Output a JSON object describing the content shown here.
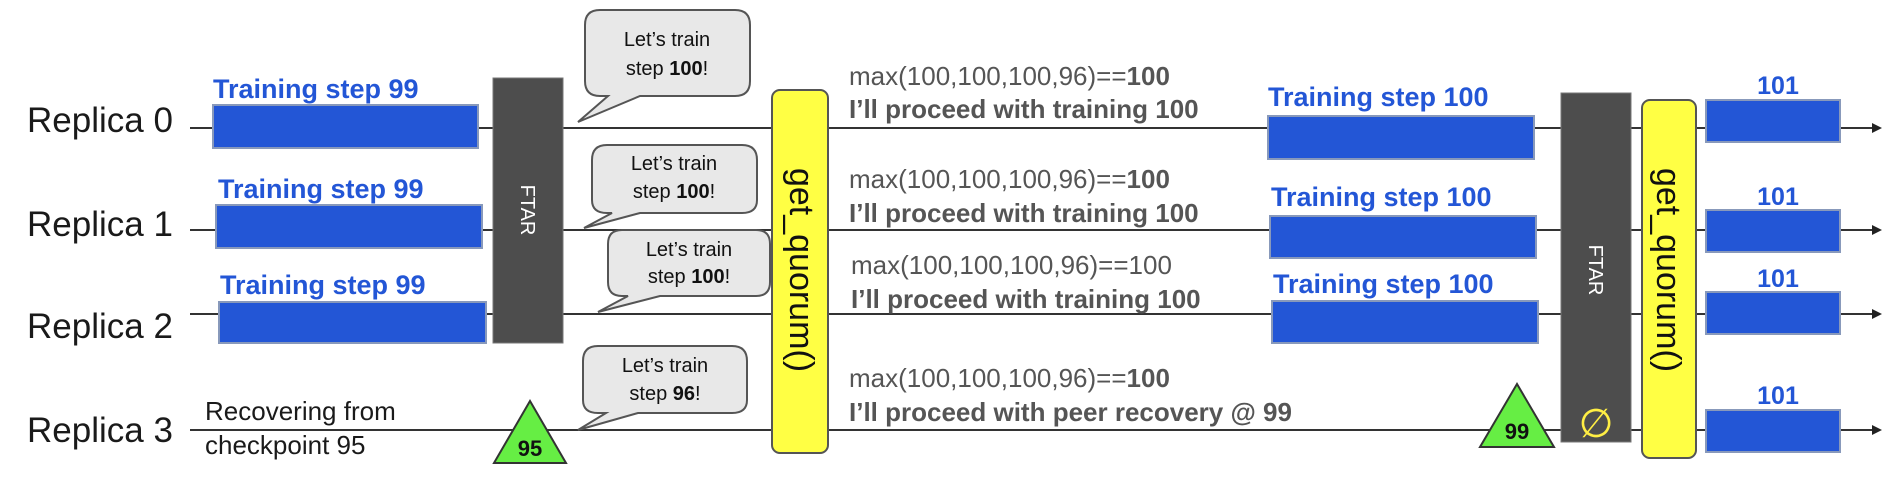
{
  "replicas": [
    {
      "label": "Replica 0",
      "step_label": "Training step 99",
      "bubble_line1": "Let’s train",
      "bubble_step_prefix": "step ",
      "bubble_step": "100",
      "bubble_suffix": "!",
      "max_prefix": "max(100,100,100,96)==",
      "max_result": "100",
      "proceed": "I’ll proceed with training 100",
      "step2_label": "Training step 100",
      "next_label": "101"
    },
    {
      "label": "Replica 1",
      "step_label": "Training step 99",
      "bubble_line1": "Let’s train",
      "bubble_step_prefix": "step ",
      "bubble_step": "100",
      "bubble_suffix": "!",
      "max_prefix": "max(100,100,100,96)==",
      "max_result": "100",
      "proceed": "I’ll proceed with training 100",
      "step2_label": "Training step 100",
      "next_label": "101"
    },
    {
      "label": "Replica 2",
      "step_label": "Training step 99",
      "bubble_line1": "Let’s train",
      "bubble_step_prefix": "step ",
      "bubble_step": "100",
      "bubble_suffix": "!",
      "max_prefix": "max(100,100,100,96)==",
      "max_result": "100",
      "proceed": "I’ll proceed with training 100",
      "step2_label": "Training step 100",
      "next_label": "101"
    },
    {
      "label": "Replica 3",
      "recovering_line1": "Recovering from",
      "recovering_line2": "checkpoint 95",
      "checkpoint": "95",
      "bubble_line1": "Let’s train",
      "bubble_step_prefix": "step ",
      "bubble_step": "96",
      "bubble_suffix": "!",
      "max_prefix": "max(100,100,100,96)==",
      "max_result": "100",
      "proceed": "I’ll proceed with peer recovery @ 99",
      "recovered_checkpoint": "99",
      "next_label": "101"
    }
  ],
  "ftar_label": "FTAR",
  "get_quorum_label": "get_quorum()",
  "empty_set_symbol": "∅",
  "colors": {
    "training_block": "#2356d6",
    "ftar_block": "#4d4d4d",
    "quorum_block": "#ffff44",
    "checkpoint_triangle": "#66ee44",
    "text_blue": "#2356d6"
  }
}
